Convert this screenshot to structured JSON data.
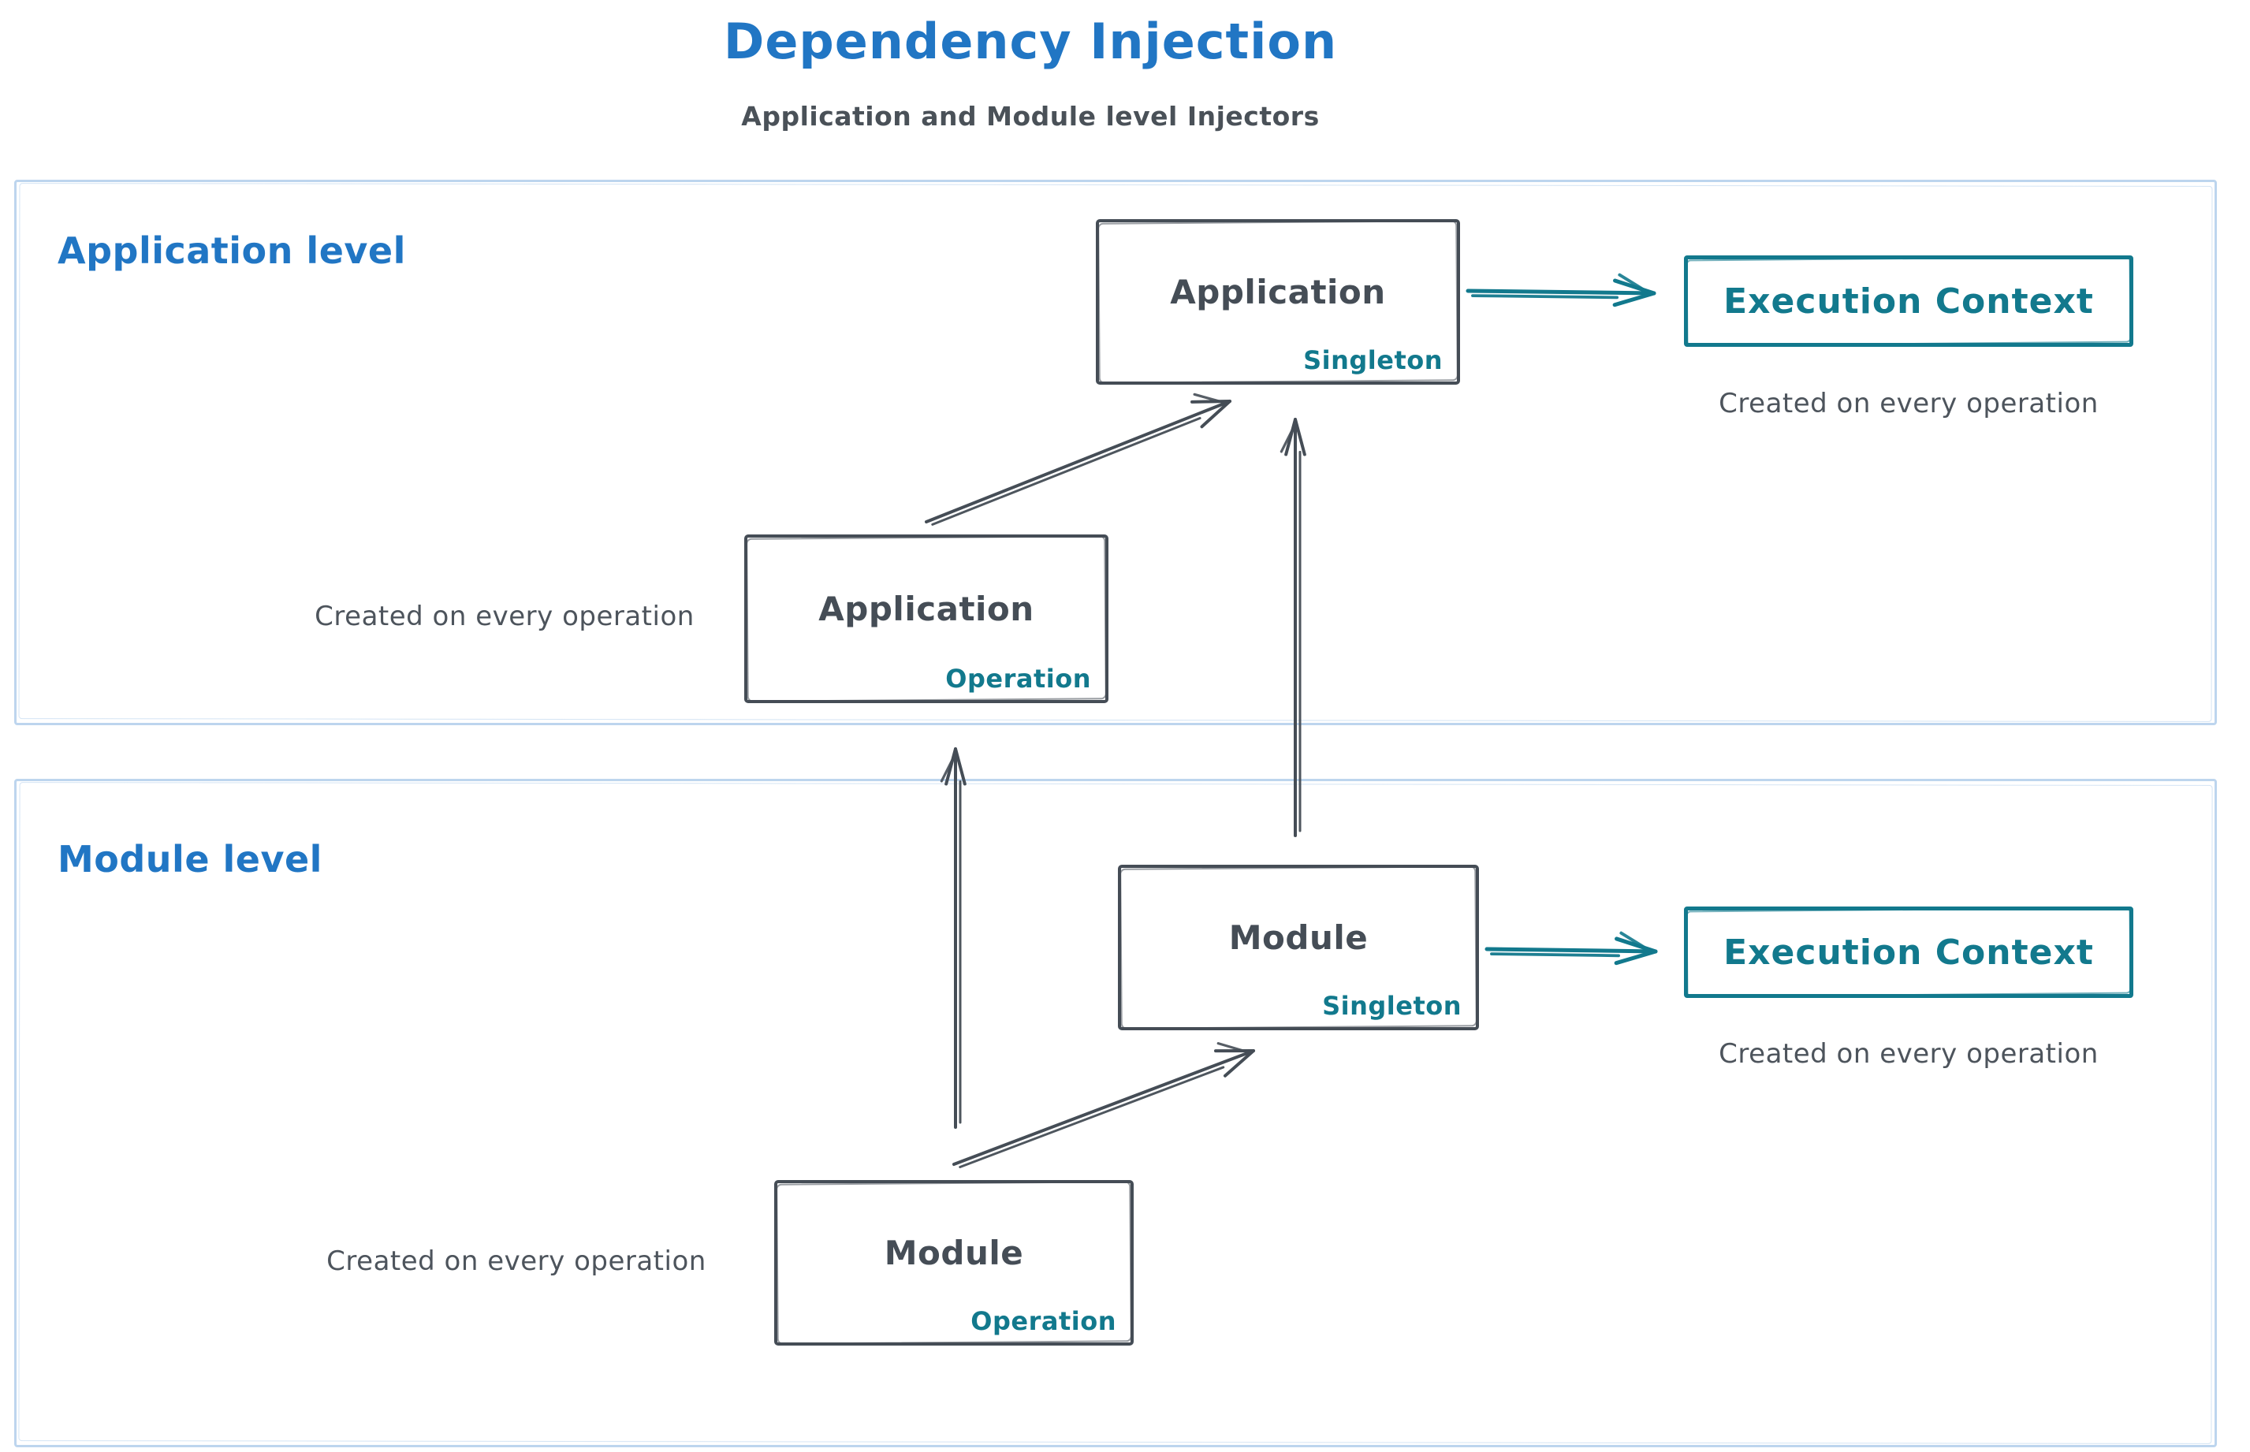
{
  "title": "Dependency Injection",
  "subtitle": "Application and Module level Injectors",
  "colors": {
    "ink": "#454d56",
    "teal": "#12798d",
    "blue": "#2176c4",
    "section_border": "#bdd5ee",
    "caption": "#4d545c",
    "background": "#ffffff"
  },
  "sections": {
    "application": {
      "label": "Application level"
    },
    "module": {
      "label": "Module level"
    }
  },
  "nodes": {
    "app_singleton": {
      "title": "Application",
      "tag": "Singleton"
    },
    "app_operation": {
      "title": "Application",
      "tag": "Operation"
    },
    "module_singleton": {
      "title": "Module",
      "tag": "Singleton"
    },
    "module_operation": {
      "title": "Module",
      "tag": "Operation"
    },
    "exec_context_app": {
      "title": "Execution Context"
    },
    "exec_context_module": {
      "title": "Execution Context"
    }
  },
  "captions": {
    "exec_app": "Created on every operation",
    "exec_module": "Created on every operation",
    "app_operation": "Created on every operation",
    "module_operation": "Created on every operation"
  },
  "arrows": [
    {
      "id": "app-singleton-to-exec",
      "from": "Application Singleton",
      "to": "Execution Context (application level)",
      "style": "teal"
    },
    {
      "id": "app-operation-to-app-singleton",
      "from": "Application Operation",
      "to": "Application Singleton",
      "style": "ink"
    },
    {
      "id": "module-singleton-to-app-singleton",
      "from": "Module Singleton",
      "to": "Application Singleton",
      "style": "ink"
    },
    {
      "id": "module-singleton-to-exec",
      "from": "Module Singleton",
      "to": "Execution Context (module level)",
      "style": "teal"
    },
    {
      "id": "module-operation-to-module-singleton",
      "from": "Module Operation",
      "to": "Module Singleton",
      "style": "ink"
    },
    {
      "id": "module-operation-to-app-operation",
      "from": "Module Operation",
      "to": "Application Operation",
      "style": "ink"
    }
  ]
}
